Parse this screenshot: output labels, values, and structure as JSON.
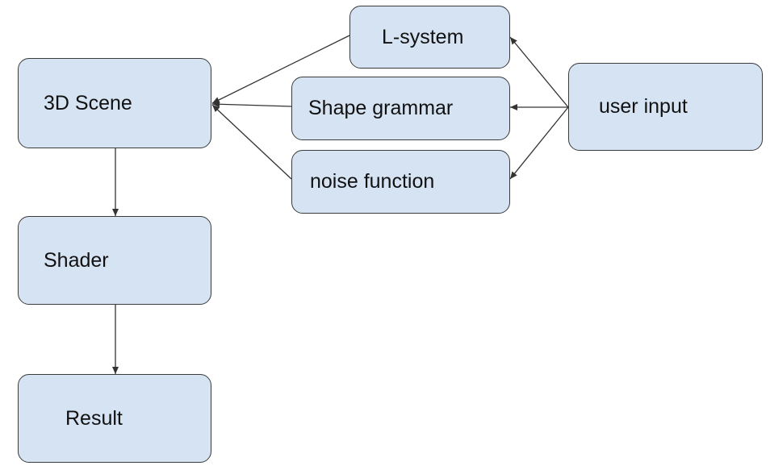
{
  "colors": {
    "node_fill": "#d6e3f3",
    "node_border": "#3b3b3b",
    "edge": "#333333"
  },
  "nodes": {
    "l_system": {
      "label": "L-system"
    },
    "shape_grammar": {
      "label": "Shape grammar"
    },
    "noise_function": {
      "label": "noise function"
    },
    "user_input": {
      "label": "user input"
    },
    "scene_3d": {
      "label": "3D Scene"
    },
    "shader": {
      "label": "Shader"
    },
    "result": {
      "label": "Result"
    }
  },
  "edges": [
    {
      "from": "user_input",
      "to": "l_system"
    },
    {
      "from": "user_input",
      "to": "shape_grammar"
    },
    {
      "from": "user_input",
      "to": "noise_function"
    },
    {
      "from": "l_system",
      "to": "scene_3d"
    },
    {
      "from": "shape_grammar",
      "to": "scene_3d"
    },
    {
      "from": "noise_function",
      "to": "scene_3d"
    },
    {
      "from": "scene_3d",
      "to": "shader"
    },
    {
      "from": "shader",
      "to": "result"
    }
  ]
}
